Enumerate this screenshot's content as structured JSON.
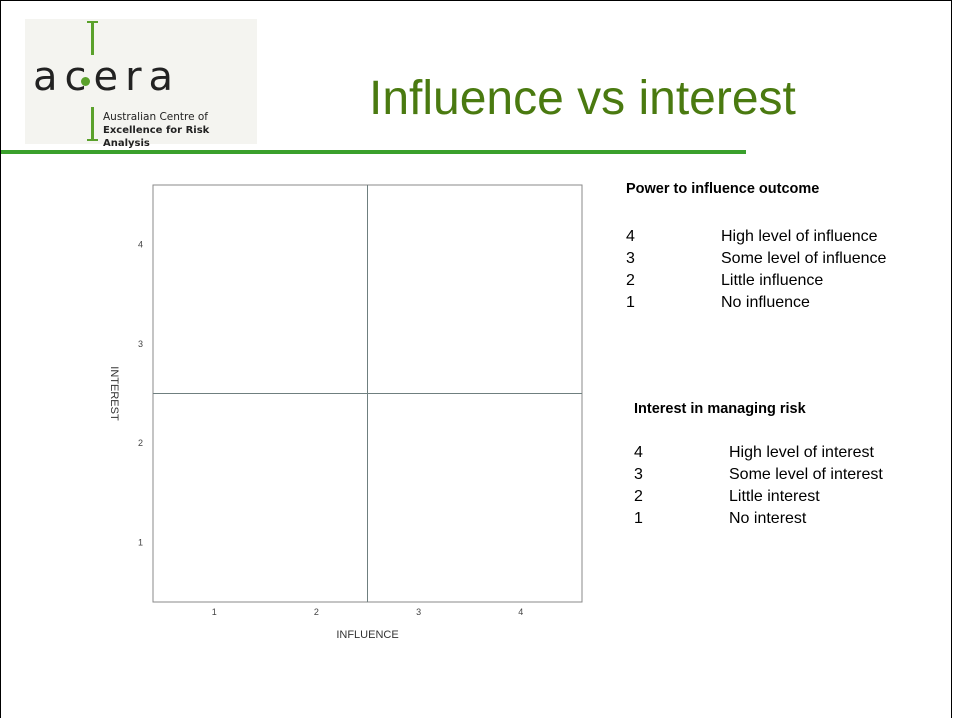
{
  "logo": {
    "name": "acera",
    "subtitle_line1": "Australian Centre of",
    "subtitle_line2": "Excellence for Risk Analysis"
  },
  "title": "Influence vs interest",
  "colors": {
    "title": "#4a7a10",
    "accent_rule": "#3aa02c",
    "logo_green": "#5aa12b"
  },
  "chart_data": {
    "type": "scatter",
    "xlabel": "INFLUENCE",
    "ylabel": "INTEREST",
    "x_ticks": [
      1,
      2,
      3,
      4
    ],
    "y_ticks": [
      1,
      2,
      3,
      4
    ],
    "xlim": [
      0.4,
      4.6
    ],
    "ylim": [
      0.4,
      4.6
    ],
    "quadrant_lines": {
      "x": 2.5,
      "y": 2.5
    },
    "grid": false,
    "series": []
  },
  "legend_influence": {
    "heading": "Power to influence outcome",
    "items": [
      {
        "value": "4",
        "label": "High level of influence"
      },
      {
        "value": "3",
        "label": "Some level of influence"
      },
      {
        "value": "2",
        "label": "Little influence"
      },
      {
        "value": "1",
        "label": "No influence"
      }
    ]
  },
  "legend_interest": {
    "heading": "Interest in managing risk",
    "items": [
      {
        "value": "4",
        "label": "High level of interest"
      },
      {
        "value": "3",
        "label": "Some level of interest"
      },
      {
        "value": "2",
        "label": "Little interest"
      },
      {
        "value": "1",
        "label": "No interest"
      }
    ]
  }
}
